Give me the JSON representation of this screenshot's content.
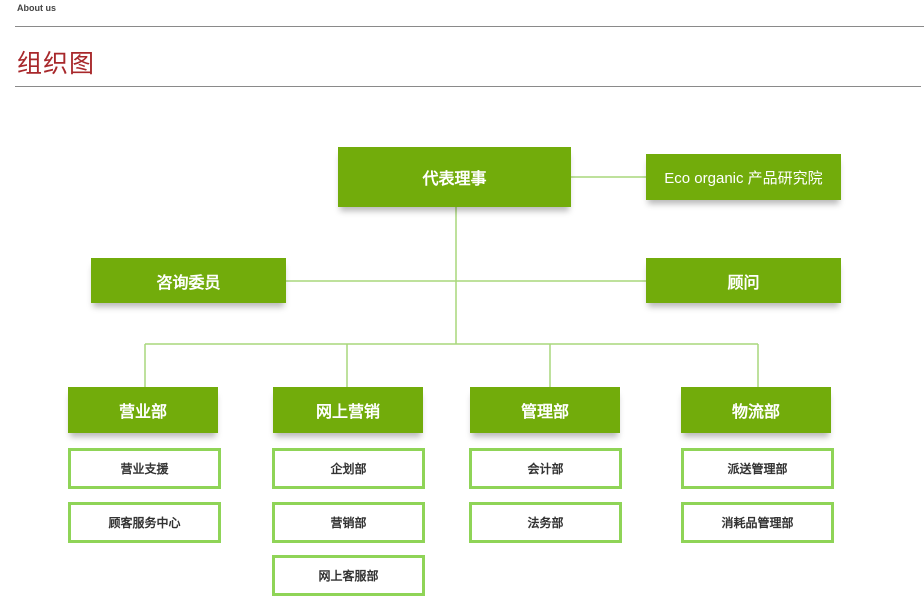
{
  "breadcrumb": "About us",
  "page_title": "组织图",
  "org": {
    "head": "代表理事",
    "research": "Eco organic 产品研究院",
    "consult": "咨询委员",
    "advisor": "顾问",
    "departments": [
      {
        "name": "营业部",
        "subs": [
          "营业支援",
          "顾客服务中心"
        ]
      },
      {
        "name": "网上营销",
        "subs": [
          "企划部",
          "营销部",
          "网上客服部"
        ]
      },
      {
        "name": "管理部",
        "subs": [
          "会计部",
          "法务部"
        ]
      },
      {
        "name": "物流部",
        "subs": [
          "派送管理部",
          "消耗品管理部"
        ]
      }
    ]
  },
  "colors": {
    "box": "#72ac0b",
    "sub_border": "#8fd457",
    "line": "#a9d77c",
    "title": "#a8282b"
  }
}
